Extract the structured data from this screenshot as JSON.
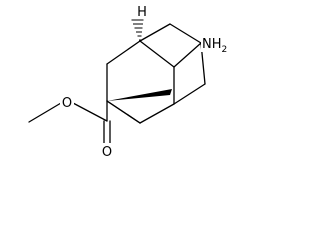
{
  "diagram": {
    "type": "skeletal-formula",
    "labels": {
      "hydrogen": "H",
      "amine": "NH",
      "amine_subscript": "2",
      "ester_oxygen": "O",
      "carbonyl_oxygen": "O"
    },
    "colors": {
      "bond": "#000000",
      "background": "#ffffff"
    }
  }
}
